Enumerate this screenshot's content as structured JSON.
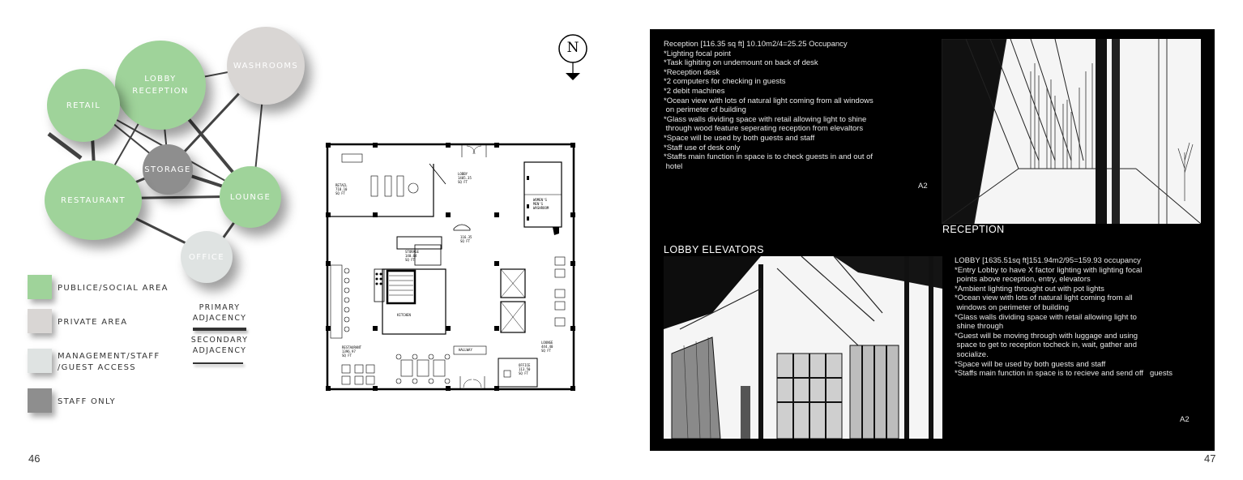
{
  "bubbles": {
    "lobby_reception": "LOBBY\nRECEPTION",
    "washrooms": "WASHROOMS",
    "retail": "RETAIL",
    "storage": "STORAGE",
    "restaurant": "RESTAURANT",
    "lounge": "LOUNGE",
    "office": "OFFICE"
  },
  "legend": {
    "public": "PUBLICE/SOCIAL AREA",
    "private": "PRIVATE AREA",
    "management": "MANAGEMENT/STAFF\n/GUEST ACCESS",
    "staff_only": "STAFF ONLY",
    "primary": "PRIMARY\nADJACENCY",
    "secondary": "SECONDARY\nADJACENCY"
  },
  "colors": {
    "public": "#9fd39a",
    "private": "#d9d6d4",
    "management": "#dfe3e2",
    "staff_only": "#8e8e8e",
    "panel": "#000000"
  },
  "compass": {
    "letter": "N"
  },
  "plan": {
    "retail": "RETAIL\n718.10\nSQ FT",
    "lobby": "LOBBY\n1405.35\nSQ FT",
    "washrooms": "WOMEN'S\nMEN'S\nWASHROOM",
    "reception": "116.35\nSQ FT",
    "storage": "STORAGE\n140.04\nSQ FT",
    "kitchen": "KITCHEN",
    "restaurant": "RESTAURANT\n1396.97\nSQ FT",
    "lounge": "LOUNGE\n444.40\nSQ FT",
    "office": "OFFICE\n113.50\nSQ FT",
    "hallway": "HALLWAY"
  },
  "reception": {
    "lines": [
      "Reception [116.35 sq ft] 10.10m2/4=25.25 Occupancy",
      "*Lighting focal point",
      "*Task lighiting on undemount on back of desk",
      "*Reception desk",
      "*2 computers for checking in guests",
      "*2 debit machines",
      "*Ocean view with lots of natural light coming from all windows",
      " on perimeter of building",
      "*Glass walls dividing space with retail allowing light to shine",
      " through wood feature seperating reception from elevaltors",
      "*Space will be used by both guests and staff",
      "*Staff use of desk only",
      "*Staffs main function in space is to check guests in and out of",
      " hotel"
    ],
    "tag": "A2",
    "caption": "RECEPTION"
  },
  "lobby": {
    "caption": "LOBBY ELEVATORS",
    "lines": [
      "LOBBY [1635.51sq ft]151.94m2/95=159.93 occupancy",
      "*Entry Lobby to have X factor lighting with lighting focal",
      " points above reception, entry, elevators",
      "*Ambient lighting throught out with pot lights",
      "*Ocean view with lots of natural light coming from all",
      " windows on perimeter of building",
      "*Glass walls dividing space with retail allowing light to",
      " shine through",
      "*Guest will be moving through with luggage and using",
      " space to get to reception tocheck in, wait, gather and",
      " socialize.",
      "*Space will be used by both guests and staff",
      "*Staffs main function in space is to recieve and send off   guests"
    ],
    "tag": "A2"
  },
  "pages": {
    "left": "46",
    "right": "47"
  }
}
